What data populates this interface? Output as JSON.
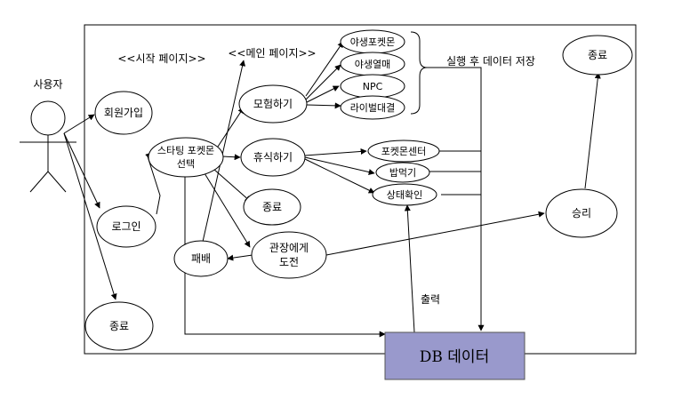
{
  "labels": {
    "actor": "사용자",
    "start_page": "<<시작 페이지>>",
    "main_page": "<<메인 페이지>>",
    "after_run": "실행 후 데이터 저장",
    "output": "출력",
    "db": "DB 데이터"
  },
  "nodes": {
    "signup": "회원가입",
    "login": "로그인",
    "exit_left": "종료",
    "starter_1": "스타팅 포켓몬",
    "starter_2": "선택",
    "adventure": "모험하기",
    "wild_pokemon": "야생포켓몬",
    "wild_fruit": "야생열매",
    "npc": "NPC",
    "rival": "라이벌대결",
    "rest": "휴식하기",
    "exit_mid": "종료",
    "pokecenter": "포켓몬센터",
    "eat": "밥먹기",
    "status": "상태확인",
    "gym_1": "관장에게",
    "gym_2": "도전",
    "defeat": "패배",
    "victory": "승리",
    "exit_right": "종료"
  },
  "colors": {
    "db_fill": "#9999cc",
    "line": "#000000",
    "background": "#ffffff"
  }
}
